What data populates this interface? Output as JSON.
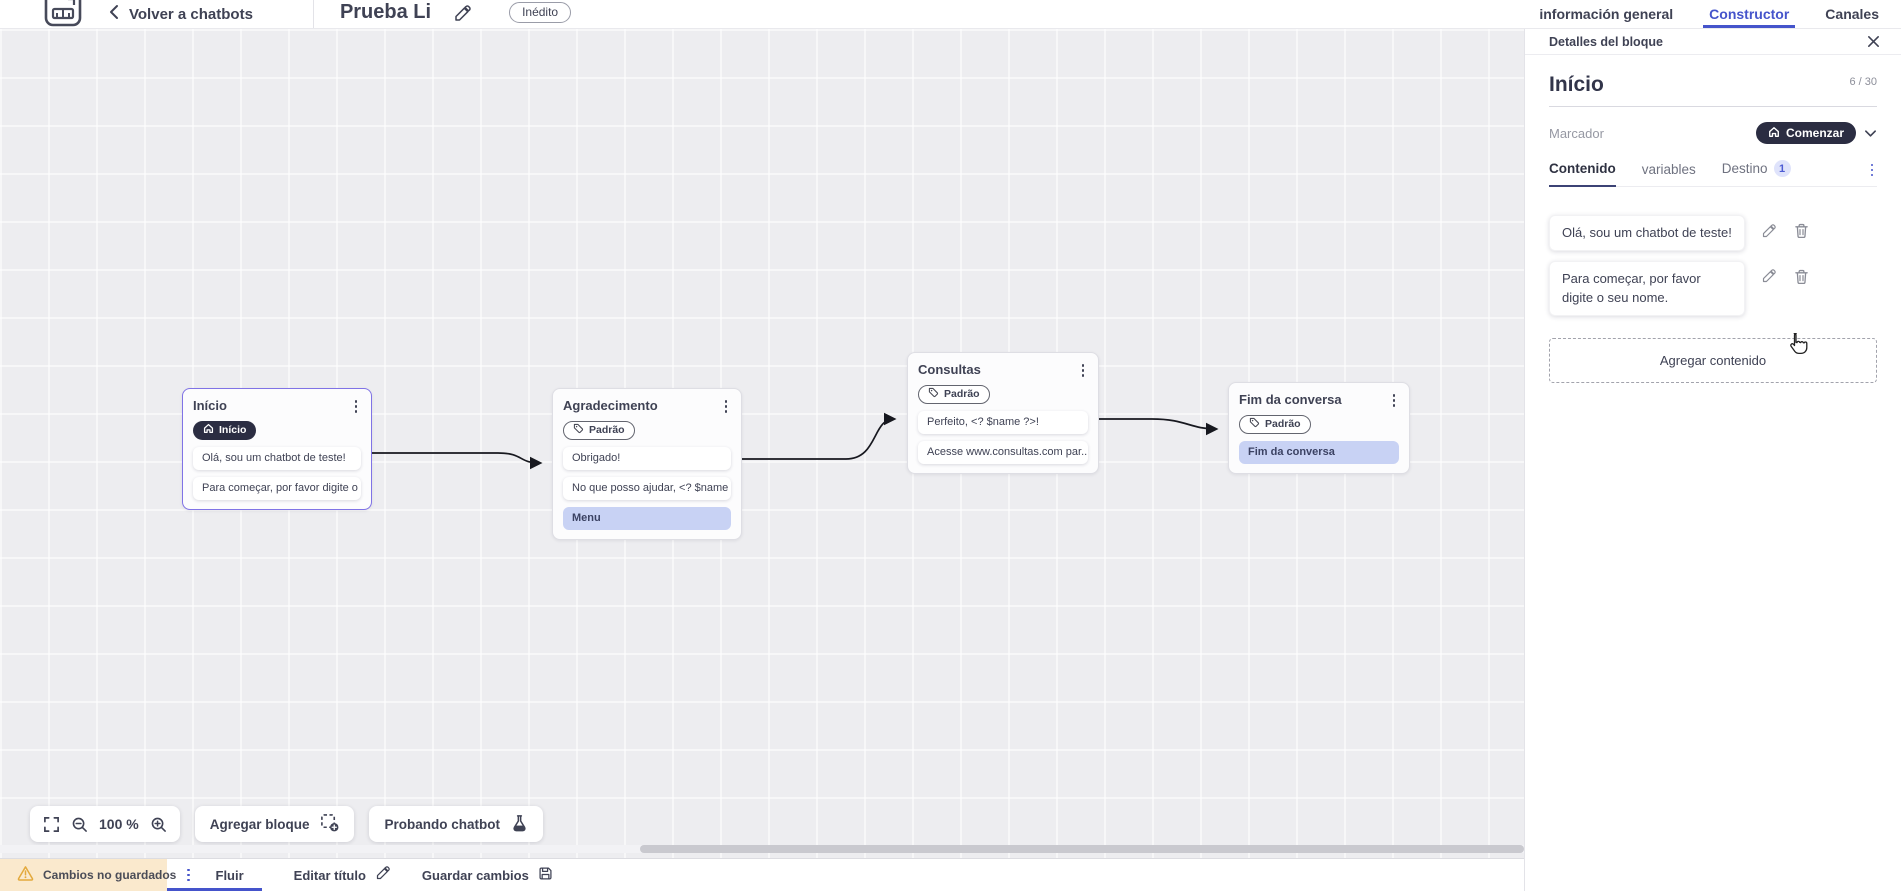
{
  "header": {
    "back_label": "Volver a chatbots",
    "doc_title": "Prueba Li",
    "status_badge": "Inédito",
    "nav_tabs": [
      {
        "label": "información general"
      },
      {
        "label": "Constructor"
      },
      {
        "label": "Canales"
      }
    ]
  },
  "panel": {
    "header_title": "Detalles del bloque",
    "block_name": "Início",
    "char_counter": "6 / 30",
    "marker_label": "Marcador",
    "marker_button": "Comenzar",
    "tabs": [
      {
        "label": "Contenido"
      },
      {
        "label": "variables"
      },
      {
        "label": "Destino",
        "badge": "1"
      }
    ],
    "contents": [
      {
        "text": "Olá, sou um chatbot de teste!"
      },
      {
        "text": "Para começar, por favor digite o seu nome."
      }
    ],
    "add_content_label": "Agregar contenido"
  },
  "canvas": {
    "nodes": [
      {
        "title": "Início",
        "badge": "Início",
        "rows": [
          {
            "text": "Olá, sou um chatbot de teste!"
          },
          {
            "text": "Para começar, por favor digite o ..."
          }
        ]
      },
      {
        "title": "Agradecimento",
        "badge": "Padrão",
        "rows": [
          {
            "text": "Obrigado!"
          },
          {
            "text": "No que posso ajudar, <? $name ..."
          },
          {
            "text": "Menu"
          }
        ]
      },
      {
        "title": "Consultas",
        "badge": "Padrão",
        "rows": [
          {
            "text": "Perfeito, <? $name ?>!"
          },
          {
            "text": "Acesse www.consultas.com par..."
          }
        ]
      },
      {
        "title": "Fim da conversa",
        "badge": "Padrão",
        "rows": [
          {
            "text": "Fim da conversa"
          }
        ]
      }
    ],
    "toolbar": {
      "zoom_level": "100 %",
      "add_block_label": "Agregar bloque",
      "test_chatbot_label": "Probando chatbot"
    }
  },
  "footer": {
    "warning_label": "Cambios no guardados",
    "flow_tab_label": "Fluir",
    "edit_title_label": "Editar título",
    "save_label": "Guardar cambios"
  },
  "colors": {
    "accent_indigo": "#4554cb",
    "dark_pill": "#2b2d42",
    "selected_node_border": "#8073e6",
    "highlight_row_bg": "#c8d2f4",
    "warning_bg": "#fae9cd",
    "warning_icon": "#e3a93c",
    "canvas_bg": "#ededf0"
  }
}
